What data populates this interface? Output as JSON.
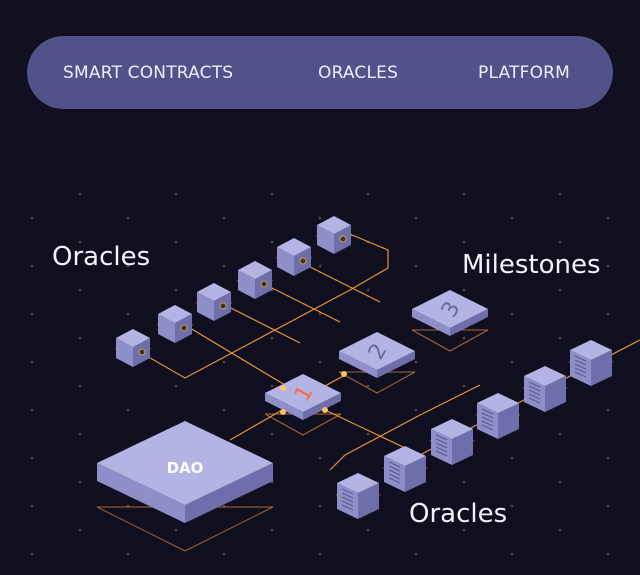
{
  "nav": {
    "items": [
      {
        "label": "SMART CONTRACTS"
      },
      {
        "label": "ORACLES"
      },
      {
        "label": "PLATFORM"
      }
    ]
  },
  "diagram": {
    "oracles_top_label": "Oracles",
    "milestones_label": "Milestones",
    "oracles_bottom_label": "Oracles",
    "dao_label": "DAO",
    "milestones": [
      "1",
      "2",
      "3"
    ]
  },
  "colors": {
    "nav_bg": "#52528a",
    "background": "#0f0f1f",
    "wire": "#e8923a",
    "box": "#a6a6dc"
  }
}
